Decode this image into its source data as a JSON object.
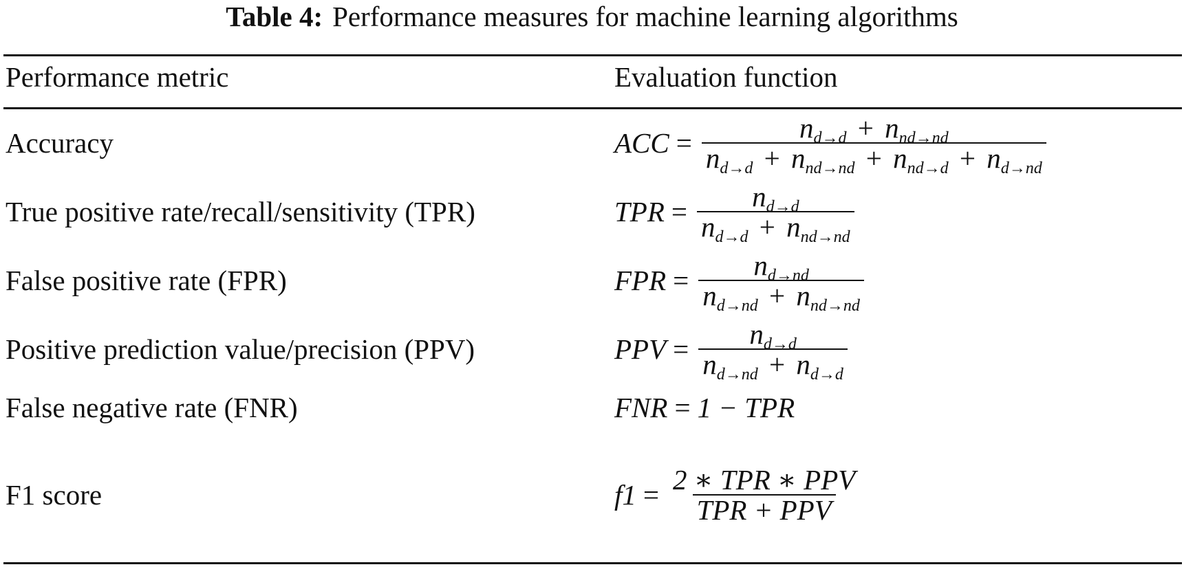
{
  "caption": {
    "label": "Table 4:",
    "text": "Performance measures for machine learning algorithms"
  },
  "headers": {
    "metric": "Performance metric",
    "function": "Evaluation function"
  },
  "rows": [
    {
      "metric": "Accuracy",
      "lhs": "ACC",
      "num_terms": [
        [
          "n",
          "d→d"
        ],
        [
          "n",
          "nd→nd"
        ]
      ],
      "den_terms": [
        [
          "n",
          "d→d"
        ],
        [
          "n",
          "nd→nd"
        ],
        [
          "n",
          "nd→d"
        ],
        [
          "n",
          "d→nd"
        ]
      ]
    },
    {
      "metric": "True positive rate/recall/sensitivity (TPR)",
      "lhs": "TPR",
      "num_terms": [
        [
          "n",
          "d→d"
        ]
      ],
      "den_terms": [
        [
          "n",
          "d→d"
        ],
        [
          "n",
          "nd→nd"
        ]
      ]
    },
    {
      "metric": "False positive rate (FPR)",
      "lhs": "FPR",
      "num_terms": [
        [
          "n",
          "d→nd"
        ]
      ],
      "den_terms": [
        [
          "n",
          "d→nd"
        ],
        [
          "n",
          "nd→nd"
        ]
      ]
    },
    {
      "metric": "Positive prediction value/precision (PPV)",
      "lhs": "PPV",
      "num_terms": [
        [
          "n",
          "d→d"
        ]
      ],
      "den_terms": [
        [
          "n",
          "d→nd"
        ],
        [
          "n",
          "d→d"
        ]
      ]
    },
    {
      "metric": "False negative rate (FNR)",
      "lhs": "FNR",
      "rhs_plain": "1 − TPR"
    },
    {
      "metric": "F1 score",
      "lhs": "f1",
      "num_text": "2 ∗ TPR ∗ PPV",
      "den_text": "TPR + PPV"
    }
  ],
  "symbols": {
    "equals": "=",
    "plus": "+"
  }
}
